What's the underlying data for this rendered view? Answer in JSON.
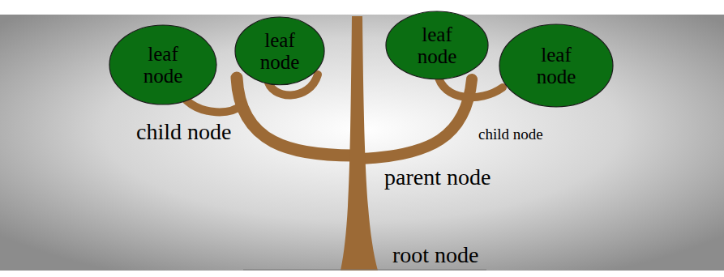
{
  "diagram": {
    "nodes": [
      {
        "text": [
          "leaf node"
        ]
      },
      {
        "text": [
          "leaf node"
        ]
      },
      {
        "text": [
          "leaf node"
        ]
      },
      {
        "text": [
          "leaf node"
        ]
      }
    ],
    "labels": [
      "child node",
      "child node",
      "parent node",
      "root node"
    ]
  }
}
